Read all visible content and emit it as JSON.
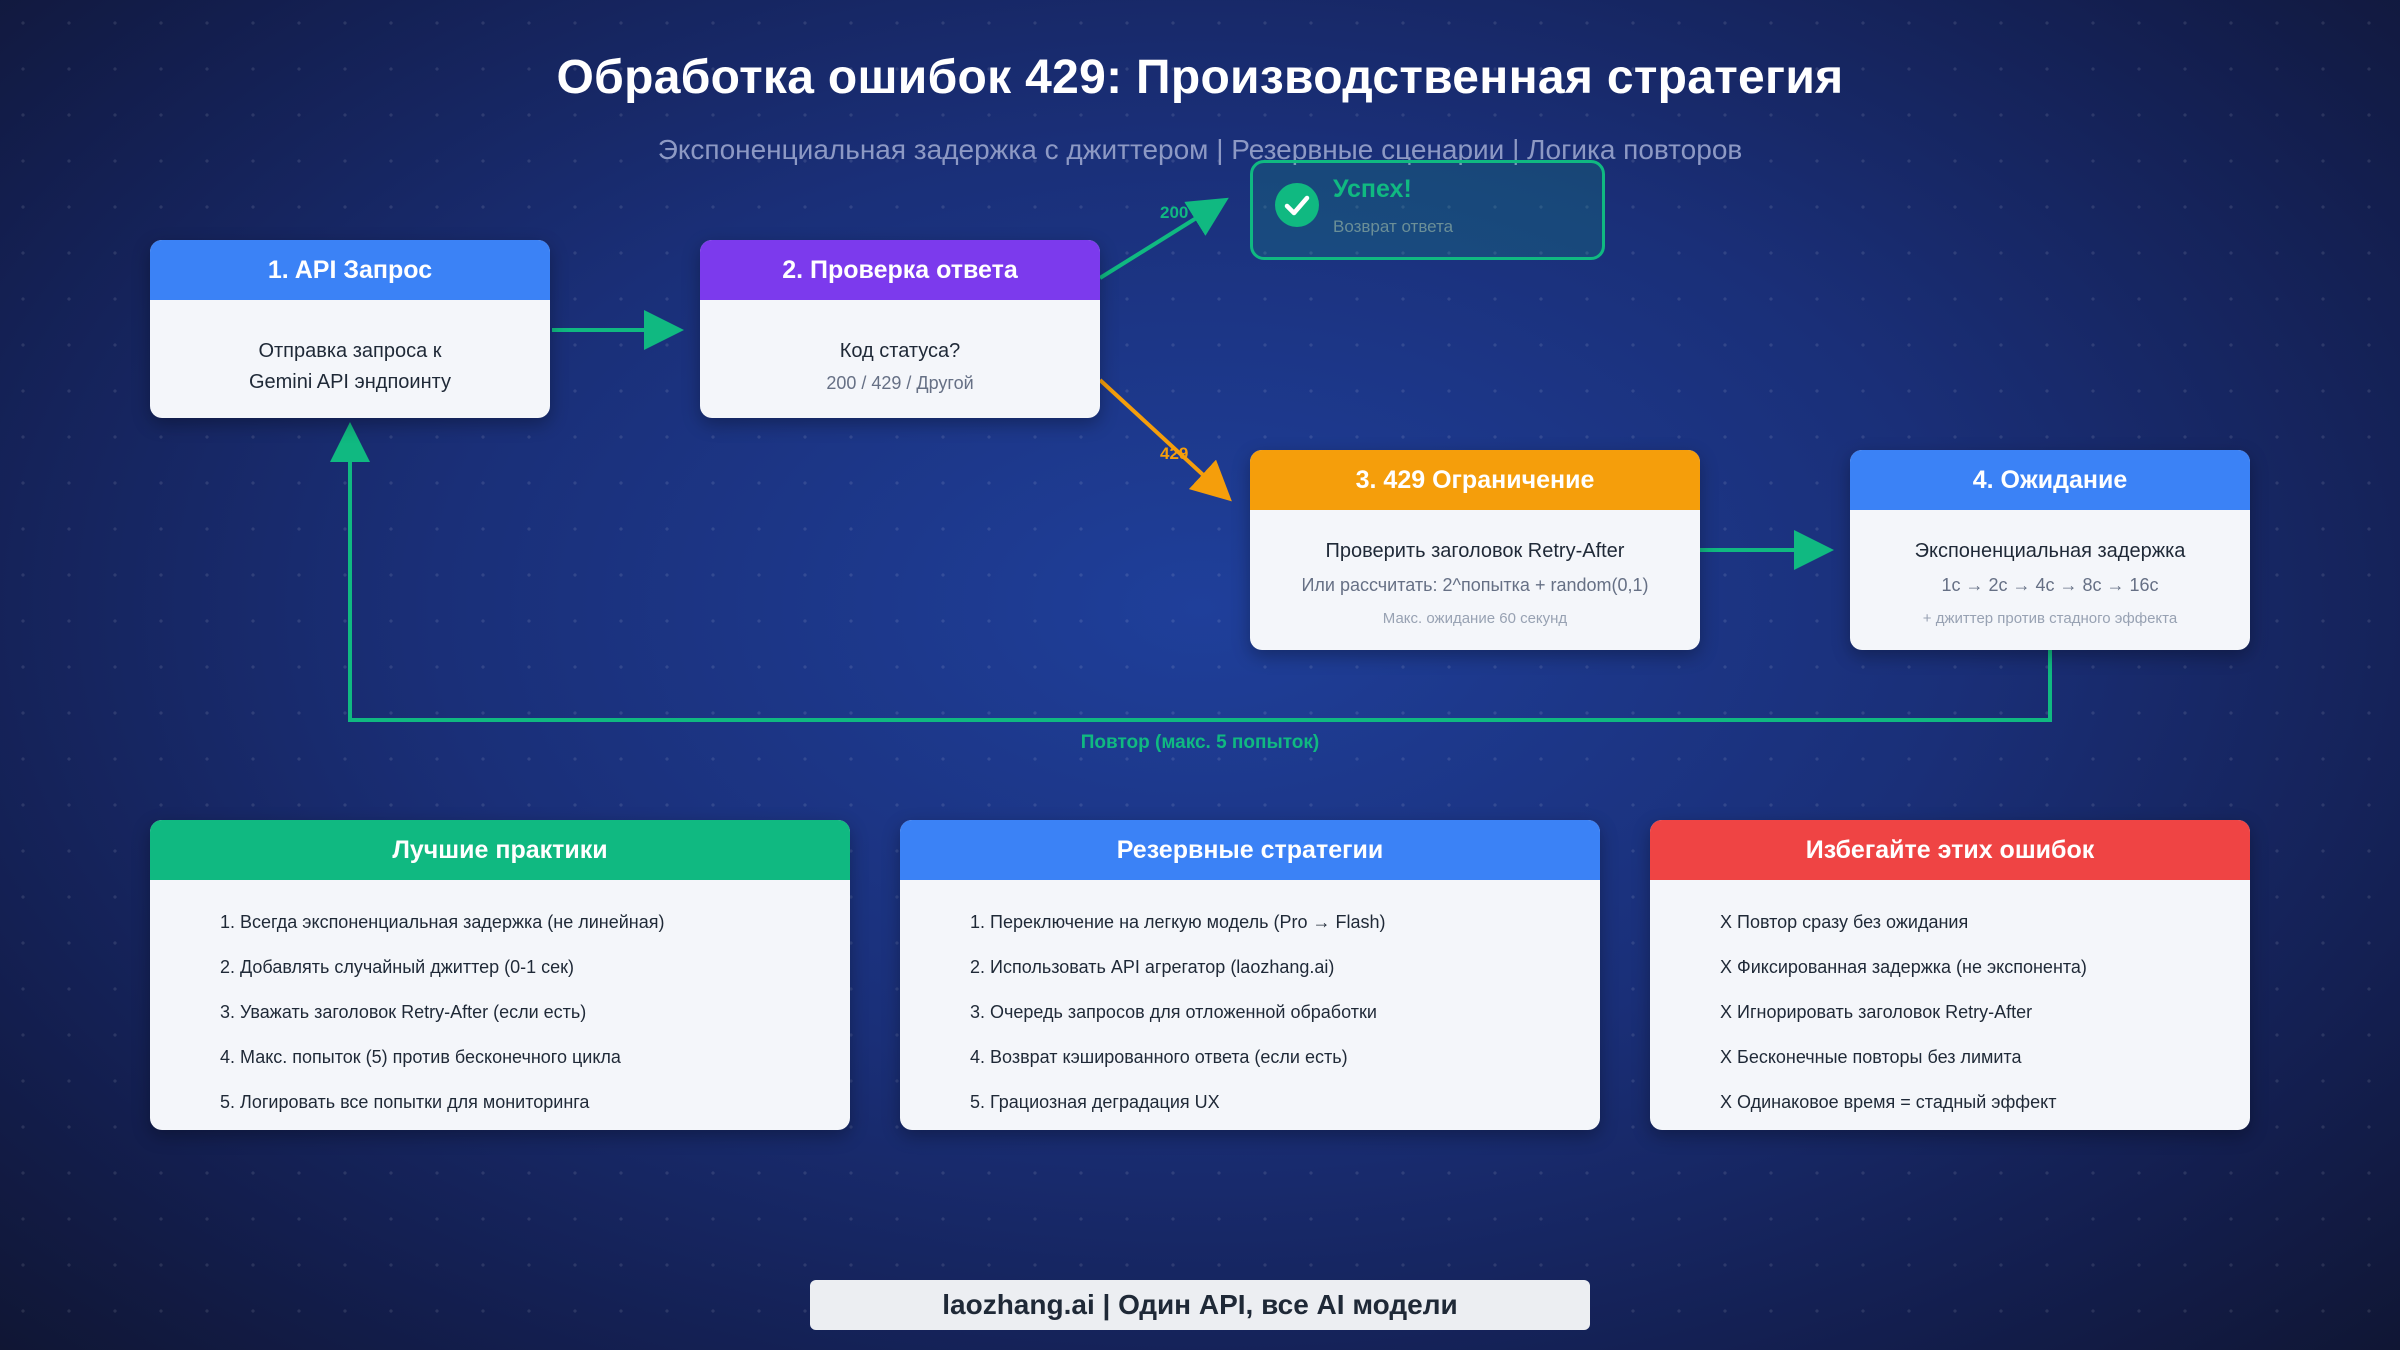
{
  "title": "Обработка ошибок 429: Производственная стратегия",
  "subtitle": "Экспоненциальная задержка с джиттером | Резервные сценарии | Логика повторов",
  "colors": {
    "green": "#10b981",
    "blue": "#3b82f6",
    "purple": "#7c3aed",
    "orange": "#f59e0b",
    "red": "#ef4444"
  },
  "nodes": {
    "request": {
      "header": "1. API Запрос",
      "line1": "Отправка запроса к",
      "line2": "Gemini API эндпоинту"
    },
    "check": {
      "header": "2. Проверка ответа",
      "line1": "Код статуса?",
      "line2": "200 / 429 / Другой"
    },
    "success": {
      "icon": "check-icon",
      "title": "Успех!",
      "subtitle": "Возврат ответа"
    },
    "limit": {
      "header": "3. 429 Ограничение",
      "line1": "Проверить заголовок Retry-After",
      "line2": "Или рассчитать: 2^попытка + random(0,1)",
      "line3": "Макс. ожидание 60 секунд"
    },
    "wait": {
      "header": "4. Ожидание",
      "line1": "Экспоненциальная задержка",
      "line2": "1с → 2с → 4с → 8с → 16с",
      "line3": "+ джиттер против стадного эффекта"
    }
  },
  "edges": {
    "ok_label": "200",
    "limit_label": "429",
    "retry_label": "Повтор (макс. 5 попыток)"
  },
  "panels": {
    "best": {
      "header": "Лучшие практики",
      "items": [
        "1. Всегда экспоненциальная задержка (не линейная)",
        "2. Добавлять случайный джиттер (0-1 сек)",
        "3. Уважать заголовок Retry-After (если есть)",
        "4. Макс. попыток (5) против бесконечного цикла",
        "5. Логировать все попытки для мониторинга"
      ]
    },
    "fallback": {
      "header": "Резервные стратегии",
      "items": [
        "1. Переключение на легкую модель (Pro → Flash)",
        "2. Использовать API агрегатор (laozhang.ai)",
        "3. Очередь запросов для отложенной обработки",
        "4. Возврат кэшированного ответа (если есть)",
        "5. Грациозная деградация UX"
      ]
    },
    "avoid": {
      "header": "Избегайте этих ошибок",
      "items": [
        "X Повтор сразу без ожидания",
        "X Фиксированная задержка (не экспонента)",
        "X Игнорировать заголовок Retry-After",
        "X Бесконечные повторы без лимита",
        "X Одинаковое время = стадный эффект"
      ]
    }
  },
  "footer": "laozhang.ai | Один API, все AI модели"
}
